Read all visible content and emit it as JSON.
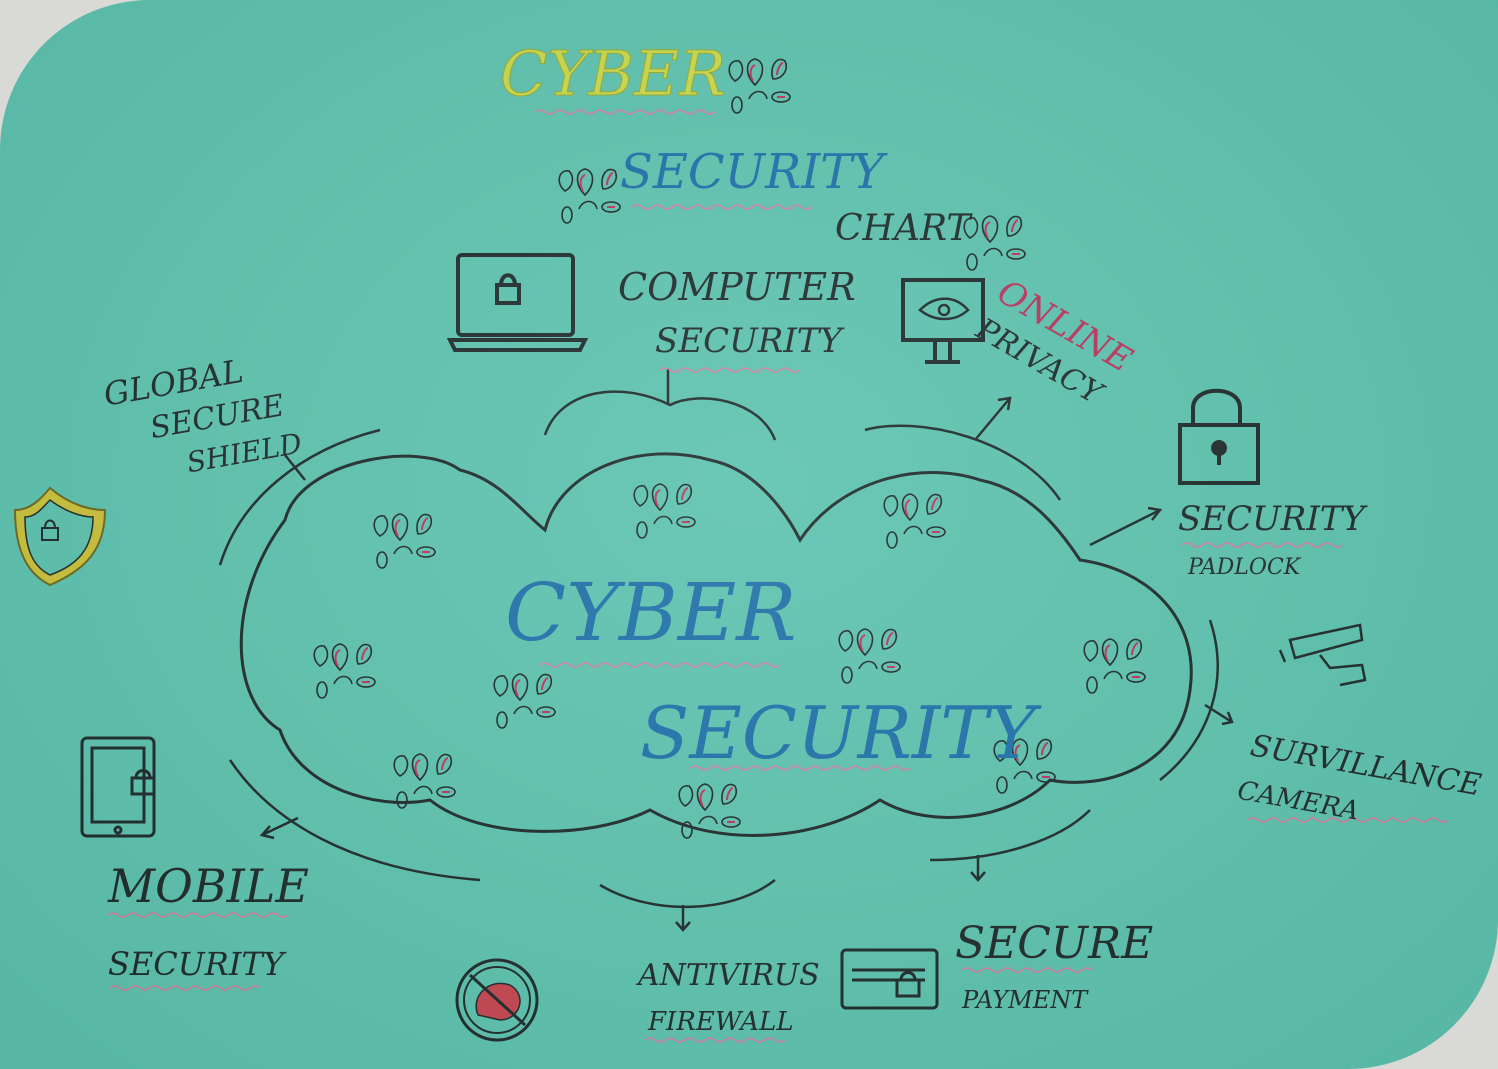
{
  "title": {
    "line1": "CYBER",
    "line2": "SECURITY",
    "line3": "CHART"
  },
  "center": {
    "line1": "CYBER",
    "line2": "SECURITY"
  },
  "nodes": {
    "computer": {
      "line1": "COMPUTER",
      "line2": "SECURITY"
    },
    "online": {
      "line1": "ONLINE",
      "line2": "PRIVACY"
    },
    "global": {
      "line1": "GLOBAL",
      "line2": "SECURE",
      "line3": "SHIELD"
    },
    "padlock": {
      "line1": "SECURITY",
      "line2": "PADLOCK"
    },
    "camera": {
      "line1": "SURVILLANCE",
      "line2": "CAMERA"
    },
    "payment": {
      "line1": "SECURE",
      "line2": "PAYMENT"
    },
    "antivirus": {
      "line1": "ANTIVIRUS",
      "line2": "FIREWALL"
    },
    "mobile": {
      "line1": "MOBILE",
      "line2": "SECURITY"
    }
  },
  "colors": {
    "board": "#5cc2ae",
    "ink": "#1e2a2a",
    "cyber_title": "#c8d84a",
    "blue": "#1d6fa8",
    "red": "#b8325a",
    "underline": "#d07fa0",
    "shield": "#c9c13a"
  }
}
